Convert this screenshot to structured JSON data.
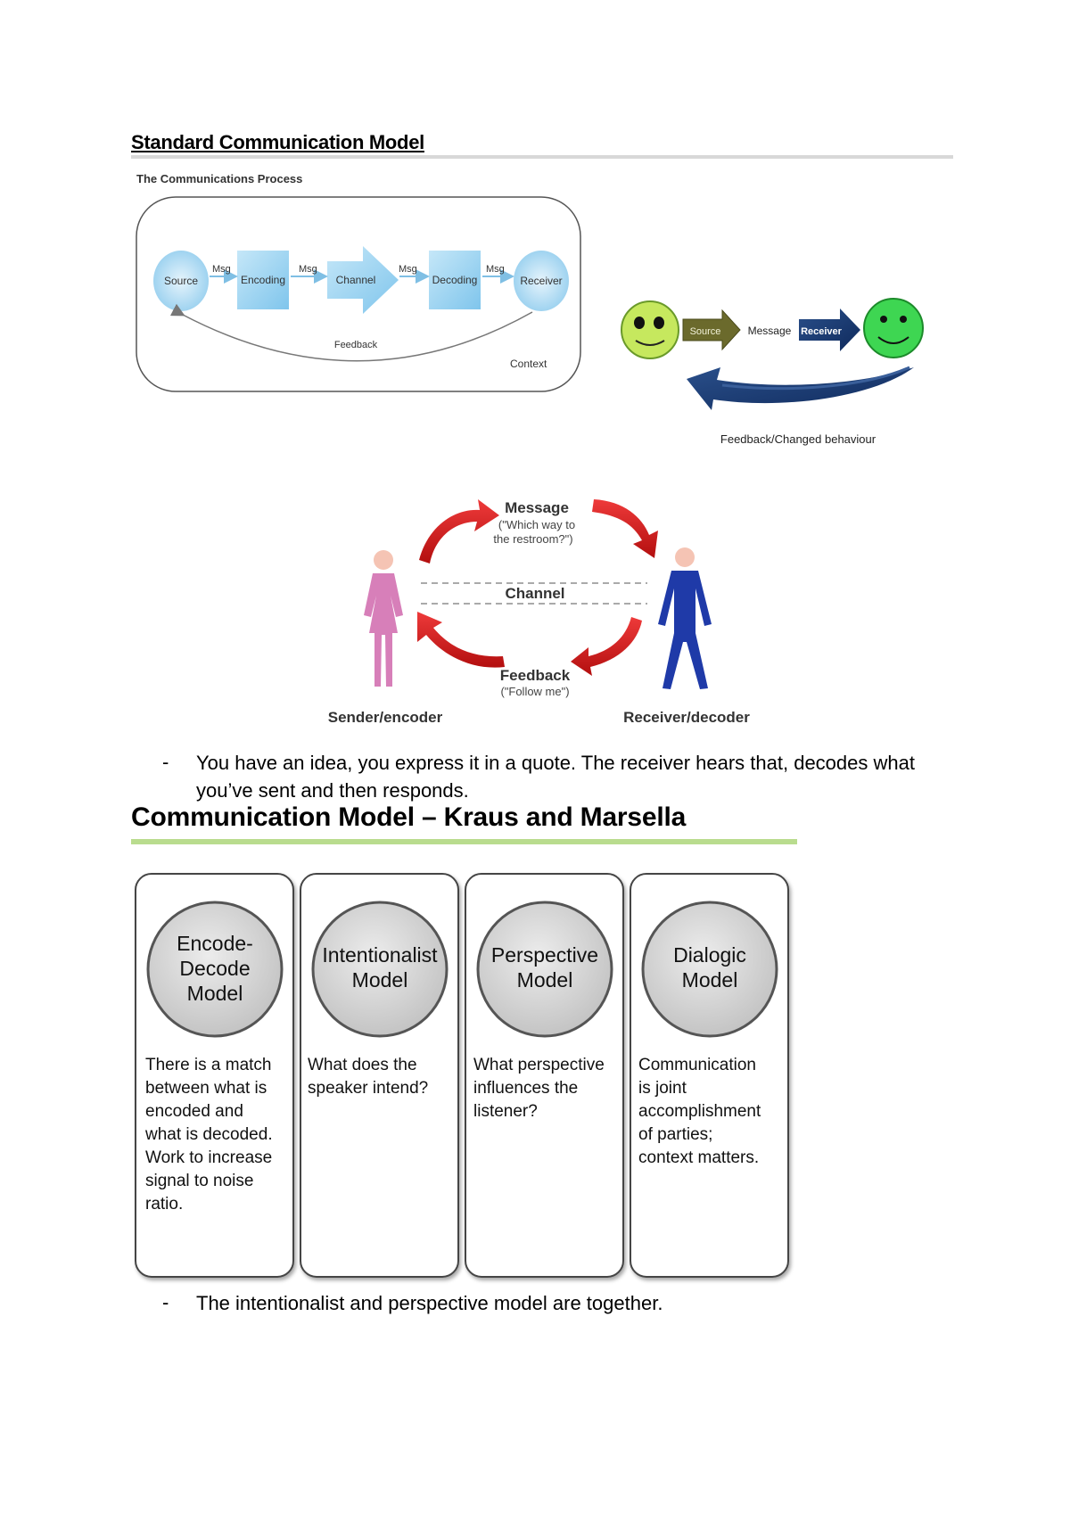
{
  "section1": {
    "heading": "Standard Communication Model",
    "diagram_process": {
      "title": "The Communications Process",
      "nodes": [
        "Source",
        "Encoding",
        "Channel",
        "Decoding",
        "Receiver"
      ],
      "msg_label": "Msg",
      "feedback_label": "Feedback",
      "context_label": "Context"
    },
    "diagram_faces": {
      "source_label": "Source",
      "message_label": "Message",
      "receiver_label": "Receiver",
      "feedback_label": "Feedback/Changed behaviour"
    },
    "diagram_people": {
      "message_title": "Message",
      "message_quote_line1": "(\"Which way to",
      "message_quote_line2": "the restroom?\")",
      "channel_label": "Channel",
      "feedback_title": "Feedback",
      "feedback_quote": "(\"Follow me\")",
      "sender_label": "Sender/encoder",
      "receiver_label": "Receiver/decoder"
    },
    "bullet_dash": "-",
    "bullet_line1": "You have an idea, you express it in a quote. The receiver hears that, decodes what",
    "bullet_line2": "you’ve sent and then responds."
  },
  "section2": {
    "heading": "Communication Model – Kraus and Marsella",
    "models": [
      {
        "title_lines": [
          "Encode-",
          "Decode",
          "Model"
        ],
        "desc_lines": [
          "There is a match",
          "between what is",
          "encoded and",
          "what is decoded.",
          "Work to increase",
          "signal to noise",
          "ratio."
        ]
      },
      {
        "title_lines": [
          "Intentionalist",
          "Model"
        ],
        "desc_lines": [
          "What does the",
          "speaker intend?"
        ]
      },
      {
        "title_lines": [
          "Perspective",
          "Model"
        ],
        "desc_lines": [
          "What perspective",
          "influences the",
          "listener?"
        ]
      },
      {
        "title_lines": [
          "Dialogic",
          "Model"
        ],
        "desc_lines": [
          "Communication",
          "is joint",
          "accomplishment",
          "of parties;",
          "context matters."
        ]
      }
    ],
    "bullet_dash": "-",
    "bullet_text": "The intentionalist and perspective model are together."
  }
}
